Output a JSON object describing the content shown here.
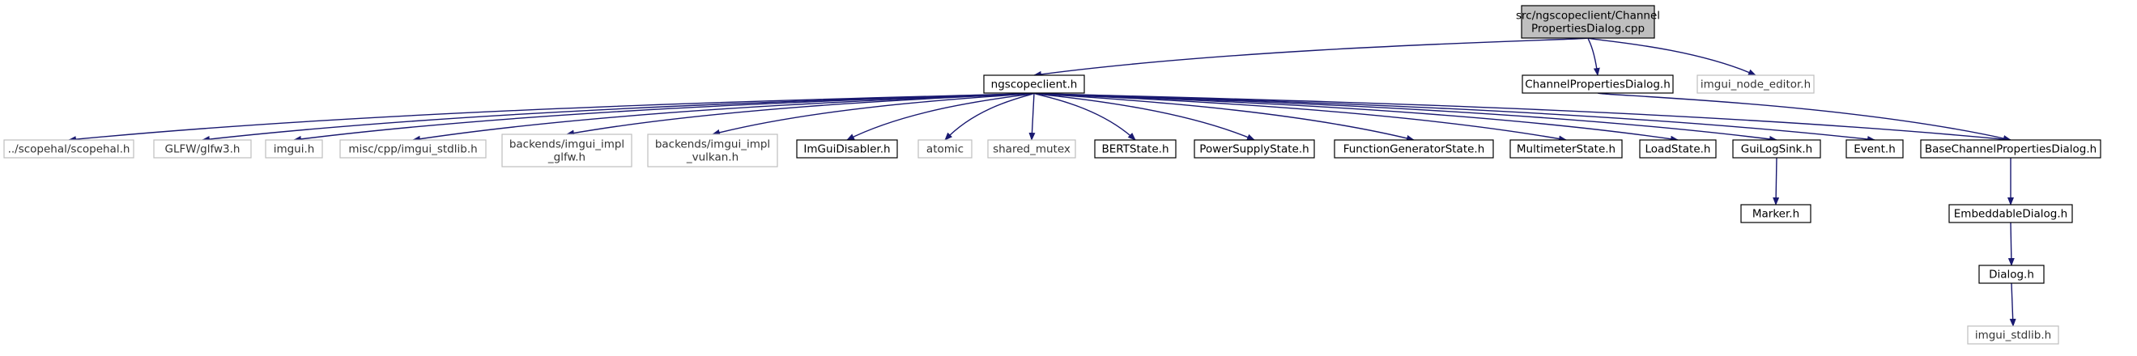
{
  "diagram": {
    "type": "include-dependency-graph",
    "nodes": [
      {
        "id": "root",
        "lines": [
          "src/ngscopeclient/Channel",
          "PropertiesDialog.cpp"
        ],
        "style": "root"
      },
      {
        "id": "ngscopeclient_h",
        "lines": [
          "ngscopeclient.h"
        ],
        "style": "solid"
      },
      {
        "id": "channelpropertiesdialog_h",
        "lines": [
          "ChannelPropertiesDialog.h"
        ],
        "style": "solid"
      },
      {
        "id": "imgui_node_editor_h",
        "lines": [
          "imgui_node_editor.h"
        ],
        "style": "light"
      },
      {
        "id": "scopehal_h",
        "lines": [
          "../scopehal/scopehal.h"
        ],
        "style": "light"
      },
      {
        "id": "glfw3_h",
        "lines": [
          "GLFW/glfw3.h"
        ],
        "style": "light"
      },
      {
        "id": "imgui_h",
        "lines": [
          "imgui.h"
        ],
        "style": "light"
      },
      {
        "id": "imgui_stdlib_misc",
        "lines": [
          "misc/cpp/imgui_stdlib.h"
        ],
        "style": "light"
      },
      {
        "id": "imgui_impl_glfw",
        "lines": [
          "backends/imgui_impl",
          "_glfw.h"
        ],
        "style": "light"
      },
      {
        "id": "imgui_impl_vulkan",
        "lines": [
          "backends/imgui_impl",
          "_vulkan.h"
        ],
        "style": "light"
      },
      {
        "id": "imguidisabler_h",
        "lines": [
          "ImGuiDisabler.h"
        ],
        "style": "solid"
      },
      {
        "id": "atomic",
        "lines": [
          "atomic"
        ],
        "style": "light"
      },
      {
        "id": "shared_mutex",
        "lines": [
          "shared_mutex"
        ],
        "style": "light"
      },
      {
        "id": "bertstate_h",
        "lines": [
          "BERTState.h"
        ],
        "style": "solid"
      },
      {
        "id": "powersupplystate_h",
        "lines": [
          "PowerSupplyState.h"
        ],
        "style": "solid"
      },
      {
        "id": "functiongeneratorstate_h",
        "lines": [
          "FunctionGeneratorState.h"
        ],
        "style": "solid"
      },
      {
        "id": "multimeterstate_h",
        "lines": [
          "MultimeterState.h"
        ],
        "style": "solid"
      },
      {
        "id": "loadstate_h",
        "lines": [
          "LoadState.h"
        ],
        "style": "solid"
      },
      {
        "id": "guilogsink_h",
        "lines": [
          "GuiLogSink.h"
        ],
        "style": "solid"
      },
      {
        "id": "event_h",
        "lines": [
          "Event.h"
        ],
        "style": "solid"
      },
      {
        "id": "basechannelpropertiesdialog_h",
        "lines": [
          "BaseChannelPropertiesDialog.h"
        ],
        "style": "solid"
      },
      {
        "id": "marker_h",
        "lines": [
          "Marker.h"
        ],
        "style": "solid"
      },
      {
        "id": "embeddabledialog_h",
        "lines": [
          "EmbeddableDialog.h"
        ],
        "style": "solid"
      },
      {
        "id": "dialog_h",
        "lines": [
          "Dialog.h"
        ],
        "style": "solid"
      },
      {
        "id": "imgui_stdlib_h",
        "lines": [
          "imgui_stdlib.h"
        ],
        "style": "light"
      }
    ],
    "edges": [
      [
        "root",
        "ngscopeclient_h"
      ],
      [
        "root",
        "channelpropertiesdialog_h"
      ],
      [
        "root",
        "imgui_node_editor_h"
      ],
      [
        "ngscopeclient_h",
        "scopehal_h"
      ],
      [
        "ngscopeclient_h",
        "glfw3_h"
      ],
      [
        "ngscopeclient_h",
        "imgui_h"
      ],
      [
        "ngscopeclient_h",
        "imgui_stdlib_misc"
      ],
      [
        "ngscopeclient_h",
        "imgui_impl_glfw"
      ],
      [
        "ngscopeclient_h",
        "imgui_impl_vulkan"
      ],
      [
        "ngscopeclient_h",
        "imguidisabler_h"
      ],
      [
        "ngscopeclient_h",
        "atomic"
      ],
      [
        "ngscopeclient_h",
        "shared_mutex"
      ],
      [
        "ngscopeclient_h",
        "bertstate_h"
      ],
      [
        "ngscopeclient_h",
        "powersupplystate_h"
      ],
      [
        "ngscopeclient_h",
        "functiongeneratorstate_h"
      ],
      [
        "ngscopeclient_h",
        "multimeterstate_h"
      ],
      [
        "ngscopeclient_h",
        "loadstate_h"
      ],
      [
        "ngscopeclient_h",
        "guilogsink_h"
      ],
      [
        "ngscopeclient_h",
        "event_h"
      ],
      [
        "ngscopeclient_h",
        "basechannelpropertiesdialog_h"
      ],
      [
        "channelpropertiesdialog_h",
        "basechannelpropertiesdialog_h"
      ],
      [
        "guilogsink_h",
        "marker_h"
      ],
      [
        "basechannelpropertiesdialog_h",
        "embeddabledialog_h"
      ],
      [
        "embeddabledialog_h",
        "dialog_h"
      ],
      [
        "dialog_h",
        "imgui_stdlib_h"
      ]
    ],
    "colors": {
      "edge": "#191970",
      "root_fill": "#bfbfbf",
      "solid_border": "#000000",
      "light_border": "#bfbfbf"
    }
  }
}
